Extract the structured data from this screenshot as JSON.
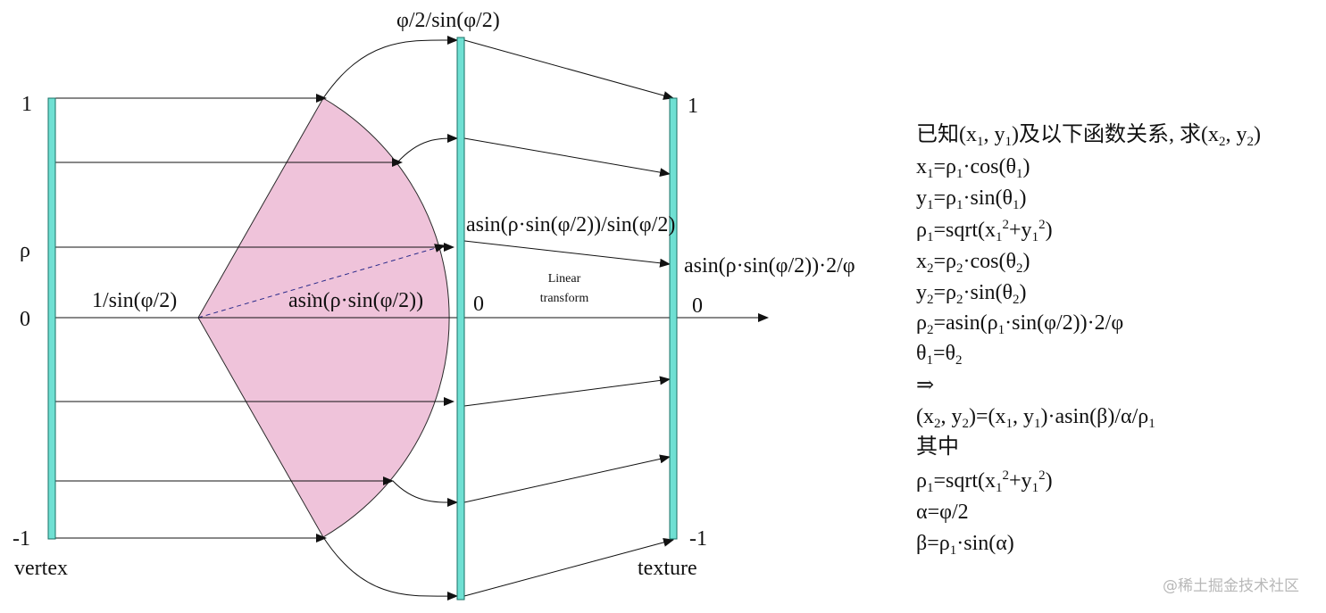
{
  "colors": {
    "bar": "#6fe0d3",
    "bar_stroke": "#1a6f66",
    "sector": "#efc3da",
    "sector_stroke": "#2a2a2a",
    "line": "#111111",
    "dashed": "#2a2a8a",
    "watermark": "#b8b8b8"
  },
  "diagram": {
    "vertex_axis": {
      "tick_top": "1",
      "tick_rho": "ρ",
      "tick_zero": "0",
      "tick_bottom": "-1",
      "caption": "vertex"
    },
    "sector": {
      "distance_label": "1/sin(φ/2)",
      "angle_label": "asin(ρ·sin(φ/2))"
    },
    "middle_axis": {
      "top_label": "φ/2/sin(φ/2)",
      "rho_label": "asin(ρ·sin(φ/2))/sin(φ/2)",
      "tick_zero": "0"
    },
    "transform": {
      "line1": "Linear",
      "line2": "transform"
    },
    "texture_axis": {
      "tick_top": "1",
      "rho_label": "asin(ρ·sin(φ/2))·2/φ",
      "tick_zero": "0",
      "tick_bottom": "-1",
      "caption": "texture"
    }
  },
  "equations": {
    "header": {
      "lead": "已知(x",
      "s1": "1",
      "m1": ", y",
      "s2": "1",
      "mid": ")及以下函数关系, 求(x",
      "s3": "2",
      "m3": ", y",
      "s4": "2",
      "end": ")"
    },
    "line1": {
      "a": "x",
      "sa": "1",
      "b": "=ρ",
      "sb": "1",
      "c": "·cos(θ",
      "sc": "1",
      "d": ")"
    },
    "line2": {
      "a": "y",
      "sa": "1",
      "b": "=ρ",
      "sb": "1",
      "c": "·sin(θ",
      "sc": "1",
      "d": ")"
    },
    "line3": {
      "a": "ρ",
      "sa": "1",
      "b": "=sqrt(x",
      "sb": "1",
      "sup1": "2",
      "c": "+y",
      "sc": "1",
      "sup2": "2",
      "d": ")"
    },
    "line4": {
      "a": "x",
      "sa": "2",
      "b": "=ρ",
      "sb": "2",
      "c": "·cos(θ",
      "sc": "2",
      "d": ")"
    },
    "line5": {
      "a": "y",
      "sa": "2",
      "b": "=ρ",
      "sb": "2",
      "c": "·sin(θ",
      "sc": "2",
      "d": ")"
    },
    "line6": {
      "a": "ρ",
      "sa": "2",
      "b": "=asin(ρ",
      "sb": "1",
      "c": "·sin(φ/2))·2/φ"
    },
    "line7": {
      "a": "θ",
      "sa": "1",
      "b": "=θ",
      "sb": "2"
    },
    "arrow": "⇒",
    "line8": {
      "a": "(x",
      "sa": "2",
      "b": ", y",
      "sb": "2",
      "c": ")=(x",
      "sc": "1",
      "d": ", y",
      "sd": "1",
      "e": ")·asin(β)/α/ρ",
      "se": "1"
    },
    "where": "其中",
    "line9": {
      "a": "ρ",
      "sa": "1",
      "b": "=sqrt(x",
      "sb": "1",
      "sup1": "2",
      "c": "+y",
      "sc": "1",
      "sup2": "2",
      "d": ")"
    },
    "line10": "α=φ/2",
    "line11": {
      "a": "β=ρ",
      "sa": "1",
      "b": "·sin(α)"
    }
  },
  "watermark": "@稀土掘金技术社区"
}
